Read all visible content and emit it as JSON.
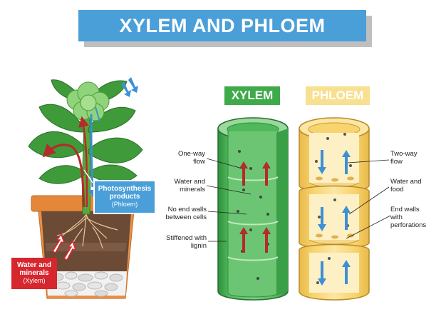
{
  "title": "XYLEM AND PHLOEM",
  "tags": {
    "xylem": "XYLEM",
    "phloem": "PHLOEM"
  },
  "plant": {
    "phloem_box": {
      "line1": "Photosynthesis",
      "line2": "products",
      "line3": "(Phloem)"
    },
    "xylem_box": {
      "line1": "Water and",
      "line2": "minerals",
      "line3": "(Xylem)"
    }
  },
  "xylem_labels": [
    {
      "line1": "One-way",
      "line2": "flow"
    },
    {
      "line1": "Water and",
      "line2": "minerals"
    },
    {
      "line1": "No end walls",
      "line2": "between cells"
    },
    {
      "line1": "Stiffened with",
      "line2": "lignin"
    }
  ],
  "phloem_labels": [
    {
      "line1": "Two-way",
      "line2": "flow",
      "line3": ""
    },
    {
      "line1": "Water and",
      "line2": "food",
      "line3": ""
    },
    {
      "line1": "End walls",
      "line2": "with",
      "line3": "perforations"
    }
  ],
  "colors": {
    "title_bg": "#4a9fd8",
    "xylem_green": "#3faa4a",
    "phloem_yellow": "#f7e08f",
    "arrow_red": "#b52a2a",
    "arrow_blue": "#3d8fd6",
    "box_red": "#d6262e"
  }
}
